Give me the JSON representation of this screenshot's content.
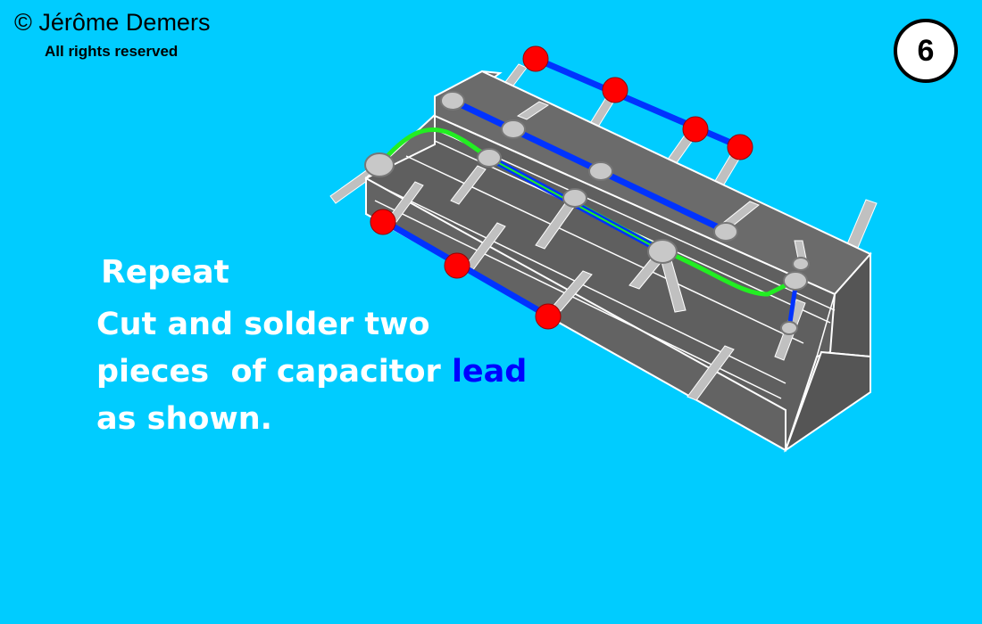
{
  "header": {
    "copyright": "© Jérôme Demers",
    "rights": "All rights reserved",
    "step": "6"
  },
  "instructions": {
    "repeat": "Repeat",
    "line1": "Cut and solder two",
    "line2_pre": "pieces  of capacitor ",
    "line2_highlight": "lead",
    "line3": "as shown."
  },
  "colors": {
    "background": "#00ccff",
    "block": "#666666",
    "wire_blue": "#0033ff",
    "wire_green": "#22ee22",
    "solder_red": "#ff0000",
    "joint_gray": "#c8c8c8",
    "highlight": "#0000ff"
  }
}
